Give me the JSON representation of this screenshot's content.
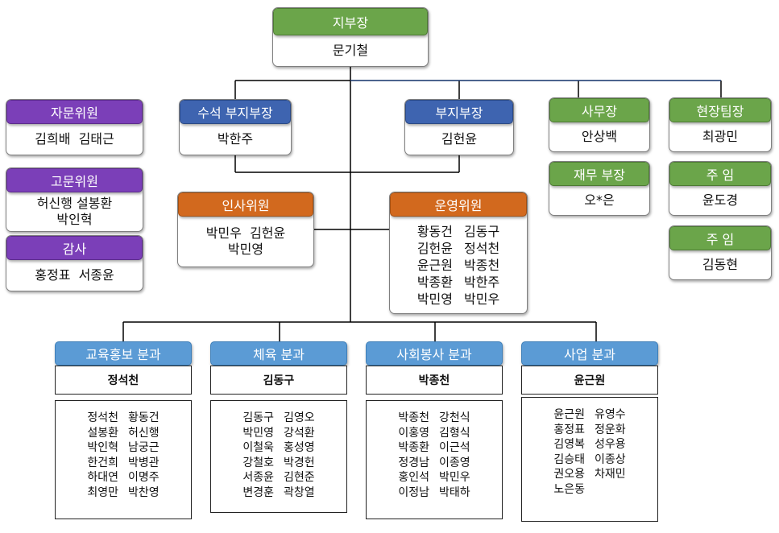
{
  "head": {
    "title": "지부장",
    "name": "문기철"
  },
  "vice_chief": {
    "title": "수석 부지부장",
    "name": "박한주"
  },
  "vice": {
    "title": "부지부장",
    "name": "김헌윤"
  },
  "secretary": {
    "title": "사무장",
    "name": "안상백"
  },
  "finance": {
    "title": "재무 부장",
    "name": "오*은"
  },
  "field_lead": {
    "title": "현장팀장",
    "name": "최광민"
  },
  "staff1": {
    "title": "주 임",
    "name": "윤도경"
  },
  "staff2": {
    "title": "주 임",
    "name": "김동현"
  },
  "advisors": {
    "title": "자문위원",
    "names": "김희배  김태근"
  },
  "consultants": {
    "title": "고문위원",
    "line1": "허신행 설봉환",
    "line2": "박인혁"
  },
  "auditors": {
    "title": "감사",
    "names": "홍정표  서종윤"
  },
  "hr": {
    "title": "인사위원",
    "line1": "박민우  김헌윤",
    "line2": "박민영"
  },
  "ops": {
    "title": "운영위원",
    "names": [
      "황동건",
      "김동구",
      "김헌윤",
      "정석천",
      "윤근원",
      "박종천",
      "박종환",
      "박한주",
      "박민영",
      "박민우"
    ]
  },
  "depts": [
    {
      "title": "교육홍보 분과",
      "lead": "정석천",
      "members": [
        "정석천",
        "황동건",
        "설봉환",
        "허신행",
        "박인혁",
        "남궁근",
        "한건희",
        "박병관",
        "하대연",
        "이명주",
        "최영만",
        "박찬영"
      ]
    },
    {
      "title": "체육 분과",
      "lead": "김동구",
      "members": [
        "김동구",
        "김영오",
        "박민영",
        "강석환",
        "이철욱",
        "홍성영",
        "강철호",
        "박경헌",
        "서종윤",
        "김현준",
        "변경훈",
        "곽창열"
      ]
    },
    {
      "title": "사회봉사 분과",
      "lead": "박종천",
      "members": [
        "박종천",
        "강천식",
        "이홍영",
        "김형식",
        "박종환",
        "이근석",
        "정경남",
        "이종영",
        "홍인석",
        "박민우",
        "이정남",
        "박태하"
      ]
    },
    {
      "title": "사업 분과",
      "lead": "윤근원",
      "members": [
        "윤근원",
        "유영수",
        "홍정표",
        "정운화",
        "김영복",
        "성우용",
        "김승태",
        "이종상",
        "권오용",
        "차재민",
        "노은동"
      ]
    }
  ]
}
